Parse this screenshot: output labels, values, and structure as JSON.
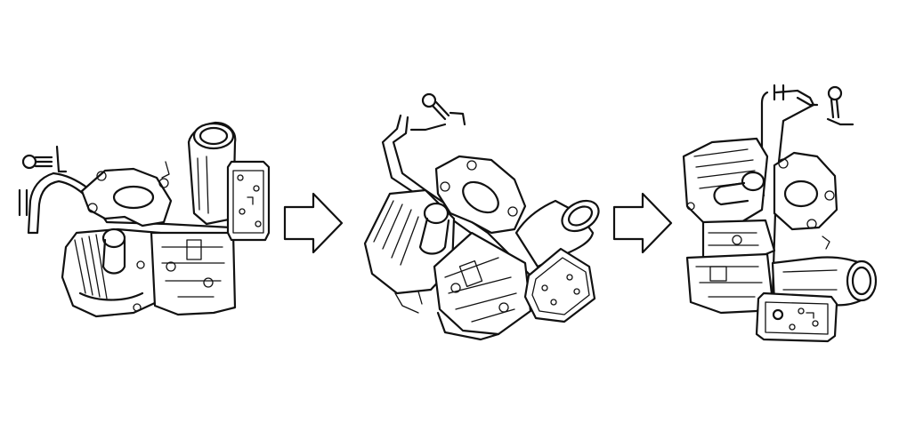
{
  "figure": {
    "background": "#ffffff",
    "stroke_color": "#111111",
    "steps": [
      {
        "id": "turbo-assembly-initial",
        "label": ""
      },
      {
        "id": "turbo-assembly-rotated",
        "label": ""
      },
      {
        "id": "turbo-assembly-final",
        "label": ""
      }
    ],
    "arrows": [
      {
        "id": "step-arrow-1",
        "icon": "right-arrow-outline"
      },
      {
        "id": "step-arrow-2",
        "icon": "right-arrow-outline"
      }
    ]
  }
}
